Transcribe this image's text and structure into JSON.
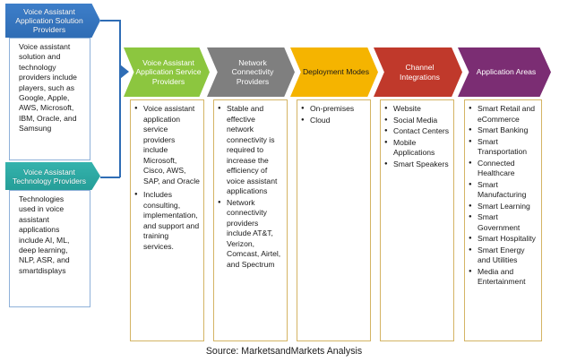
{
  "providers": {
    "solution": {
      "title": "Voice Assistant Application Solution Providers",
      "body": "Voice assistant solution and technology providers include players, such as Google, Apple, AWS, Microsoft, IBM, Oracle, and Samsung"
    },
    "technology": {
      "title": "Voice Assistant Technology Providers",
      "body": "Technologies used in voice assistant applications include AI, ML, deep learning, NLP, ASR, and smartdisplays"
    }
  },
  "columns": [
    {
      "title": "Voice Assistant Application Service Providers",
      "color": "#8cc63f",
      "items": [
        "Voice assistant application service providers include Microsoft, Cisco, AWS, SAP, and Oracle",
        "Includes consulting, implementation, and support and training services."
      ]
    },
    {
      "title": "Network Connectivity Providers",
      "color": "#7f7f7f",
      "items": [
        "Stable and effective network connectivity is required to increase the efficiency of voice assistant applications",
        "Network connectivity providers include AT&T, Verizon, Comcast, Airtel, and Spectrum"
      ]
    },
    {
      "title": "Deployment Modes",
      "color": "#f5b400",
      "items": [
        "On-premises",
        "Cloud"
      ]
    },
    {
      "title": "Channel Integrations",
      "color": "#c0392b",
      "items": [
        "Website",
        "Social Media",
        "Contact Centers",
        "Mobile Applications",
        "Smart Speakers"
      ]
    },
    {
      "title": "Application Areas",
      "color": "#7b2d73",
      "items": [
        "Smart Retail and eCommerce",
        "Smart Banking",
        "Smart Transportation",
        "Connected Healthcare",
        "Smart Manufacturing",
        "Smart Learning",
        "Smart Government",
        "Smart Hospitality",
        "Smart Energy and Utilities",
        "Media and Entertainment"
      ]
    }
  ],
  "source": "Source: MarketsandMarkets Analysis"
}
